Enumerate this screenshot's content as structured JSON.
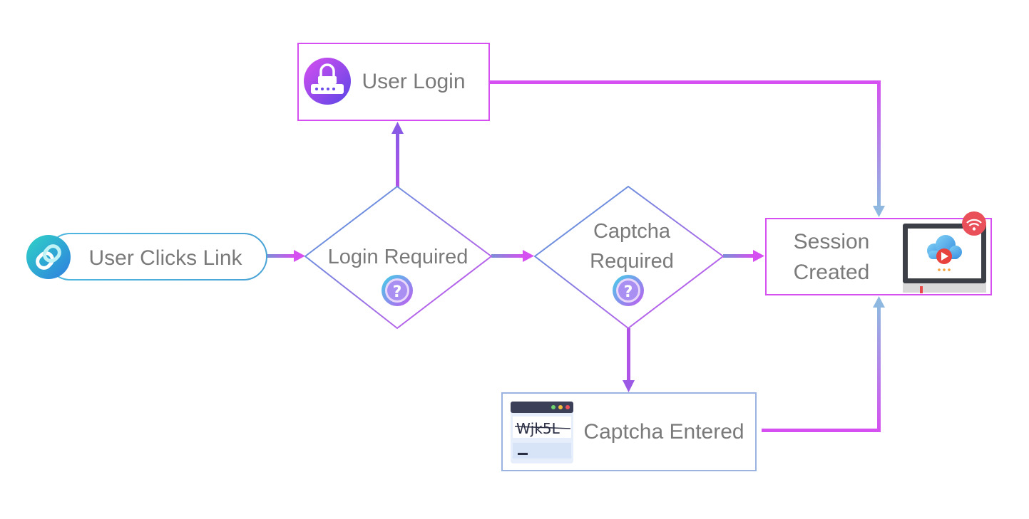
{
  "nodes": {
    "start": {
      "label": "User Clicks Link",
      "icon": "link-icon"
    },
    "login_required": {
      "label": "Login Required",
      "icon": "question-icon"
    },
    "user_login": {
      "label": "User Login",
      "icon": "lock-password-icon"
    },
    "captcha_required": {
      "line1": "Captcha",
      "line2": "Required",
      "icon": "question-icon"
    },
    "captcha_entered": {
      "label": "Captcha Entered",
      "icon": "captcha-window-icon",
      "captcha_text": "Wjk5L"
    },
    "session_created": {
      "line1": "Session",
      "line2": "Created",
      "icon": "cloud-monitor-icon"
    }
  },
  "colors": {
    "magenta": "#d64ff0",
    "violet": "#9b59e6",
    "blue": "#4da3d9",
    "light_blue": "#8fb8e0",
    "text": "#7a7a7a"
  }
}
